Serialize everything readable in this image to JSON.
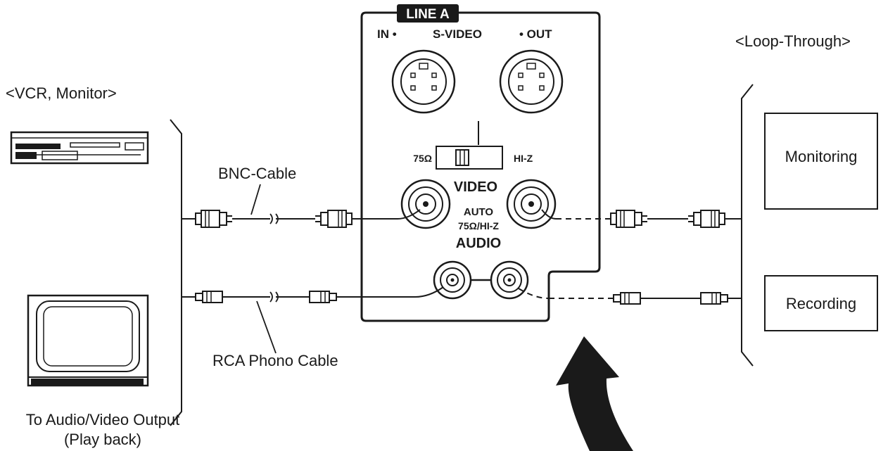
{
  "labels": {
    "vcr_monitor": "<VCR, Monitor>",
    "loop_through": "<Loop-Through>",
    "bnc_cable": "BNC-Cable",
    "rca_cable": "RCA Phono Cable",
    "output_line1": "To Audio/Video Output",
    "output_line2": "(Play back)",
    "monitoring": "Monitoring",
    "recording": "Recording"
  },
  "panel": {
    "title": "LINE A",
    "svideo_in": "IN •",
    "svideo": "S-VIDEO",
    "svideo_out": "• OUT",
    "ohm75": "75Ω",
    "hiz": "HI-Z",
    "video": "VIDEO",
    "auto": "AUTO",
    "auto_sub": "75Ω/HI-Z",
    "audio": "AUDIO"
  },
  "colors": {
    "ink": "#1a1a1a",
    "paper": "#ffffff"
  }
}
